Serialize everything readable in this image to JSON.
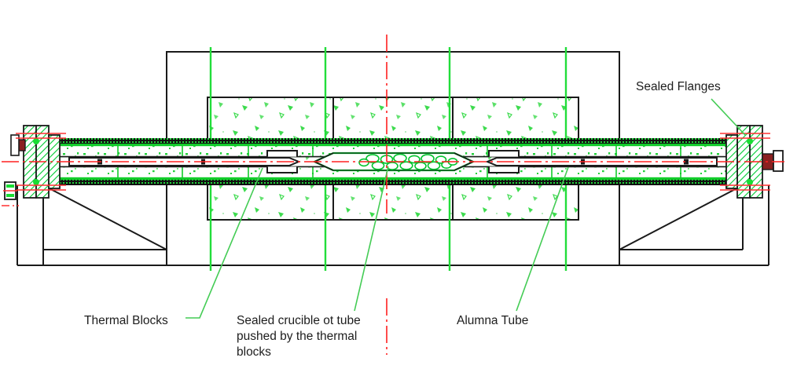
{
  "drawing": {
    "title": "Sealed crucible tube furnace cross-section",
    "type": "cad-section-view",
    "background_color": "#ffffff",
    "line_color": "#1a1a1a",
    "hatch_color": "#00cc33",
    "centerline_color": "#ff2020",
    "leader_color": "#44cc55",
    "text_color": "#1d1d1d"
  },
  "labels": {
    "sealed_flanges": "Sealed Flanges",
    "thermal_blocks": "Thermal Blocks",
    "sealed_crucible": "Sealed crucible ot tube pushed by the thermal blocks",
    "alumna_tube": "Alumna Tube"
  },
  "components": {
    "furnace_shell": "outer-furnace-housing",
    "insulation_block": "refractory-insulation-zone",
    "process_tube": "alumina-work-tube",
    "crucible": "sealed-crucible-capsule",
    "charge": "granular-charge-material",
    "push_rod_left": "left-thermal-block-push-rod",
    "push_rod_right": "right-thermal-block-push-rod",
    "flange_left": "left-sealed-flange",
    "flange_right": "right-sealed-flange",
    "gas_port": "right-flange-gas-port",
    "support_left": "left-triangular-support-bracket",
    "support_right": "right-triangular-support-bracket",
    "bolt_detail": "detached-bolt-nut-detail",
    "heater_line_1": "heating-zone-divider-1",
    "heater_line_2": "heating-zone-divider-2",
    "heater_line_3": "heating-zone-divider-3",
    "heater_line_4": "heating-zone-divider-4",
    "axis_centerline": "horizontal-axis-centerline",
    "vertical_centerline": "vertical-symmetry-centerline"
  }
}
